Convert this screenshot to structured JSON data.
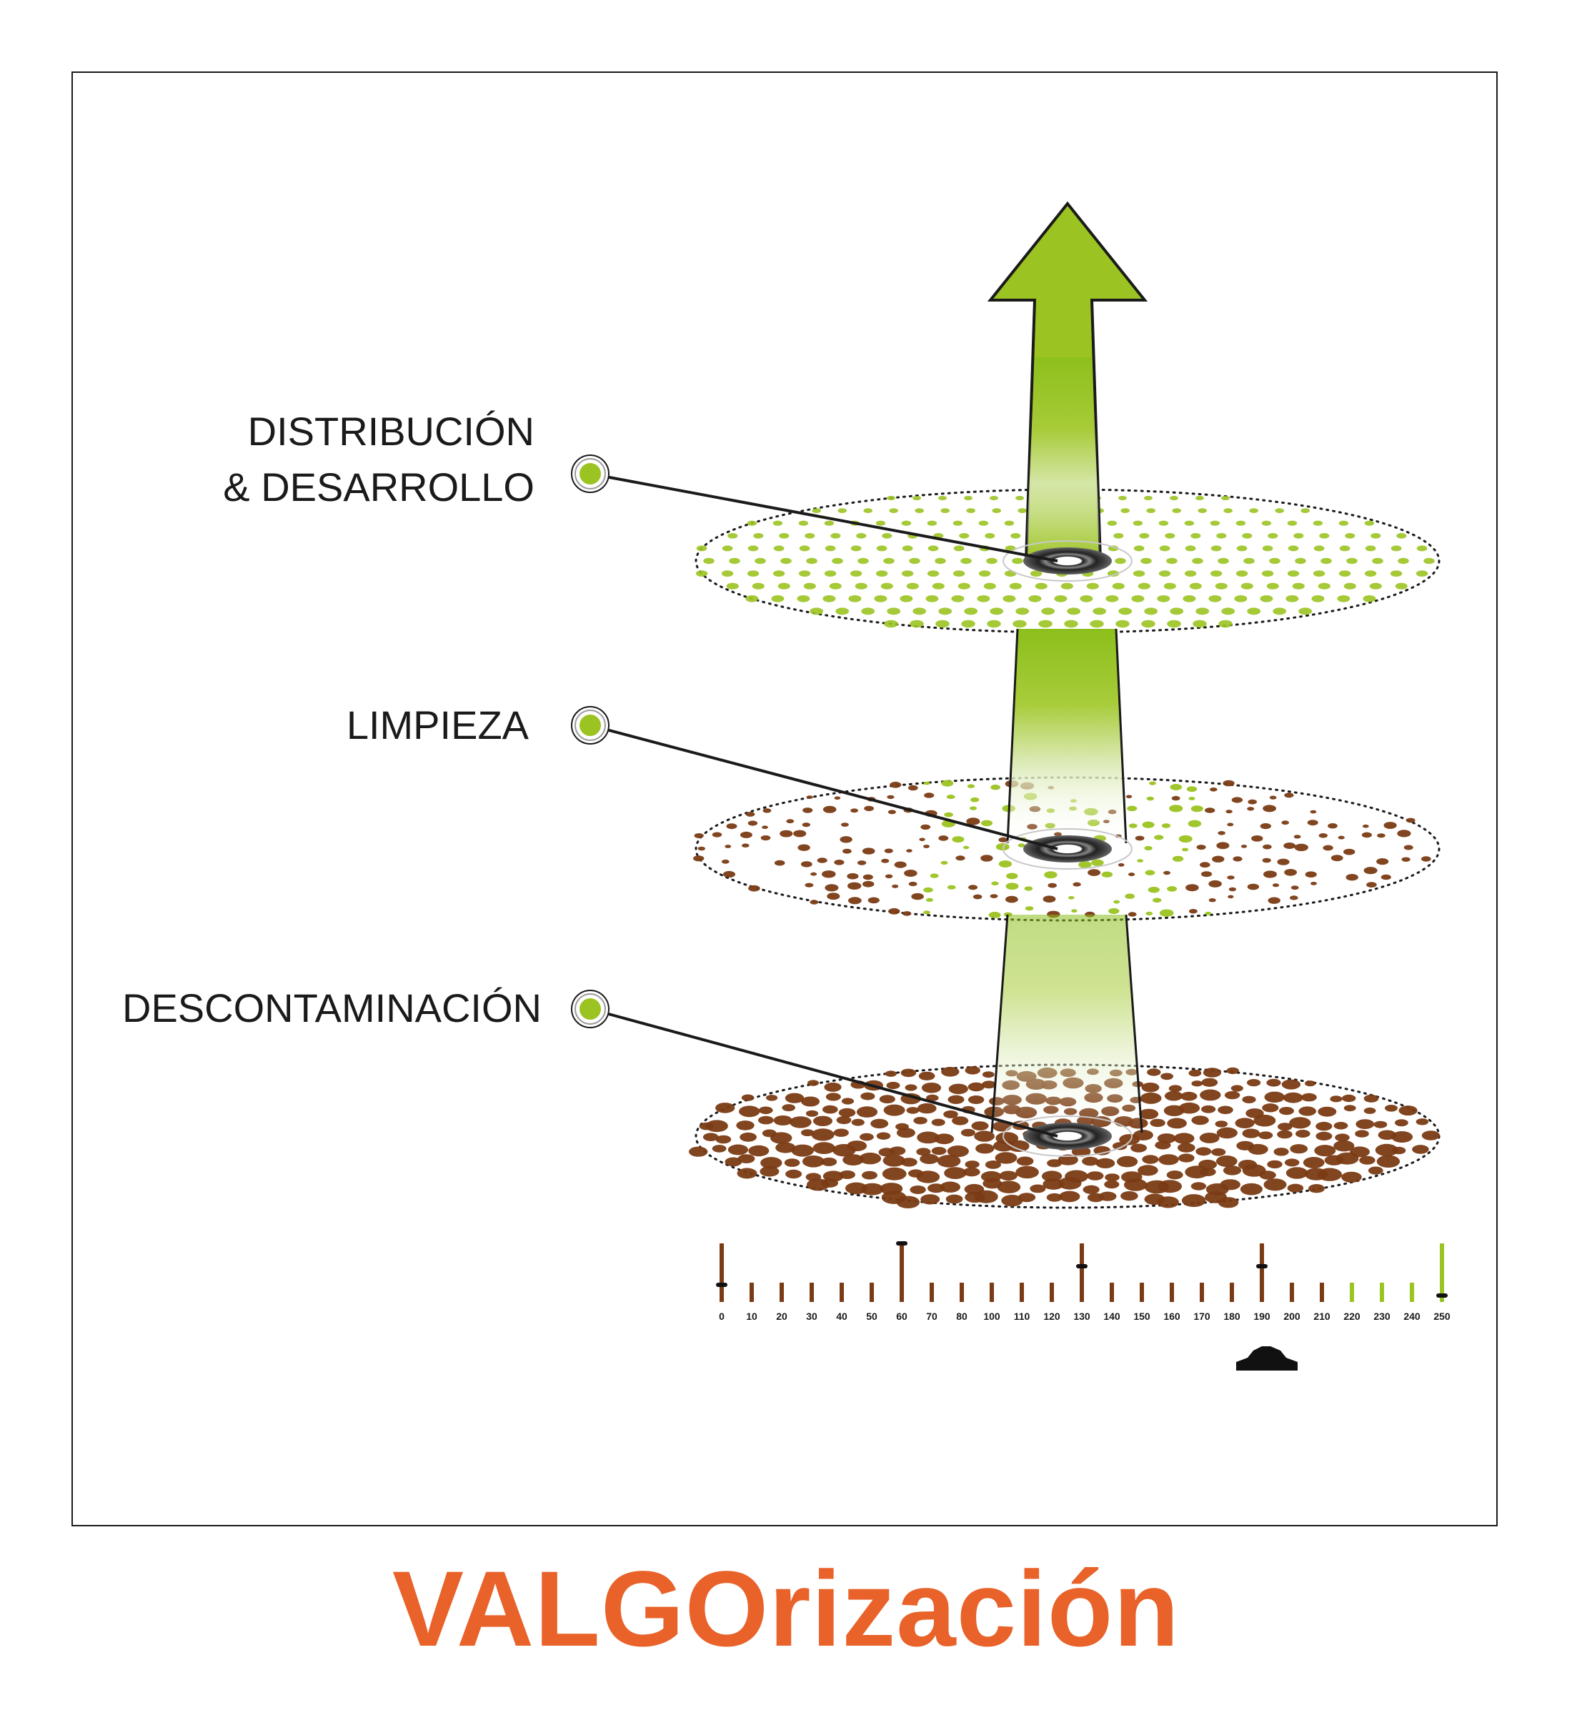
{
  "title": "VALGOrización",
  "stages": [
    {
      "id": "distribucion",
      "label_lines": [
        "DISTRIBUCIÓN",
        "& DESARROLLO"
      ]
    },
    {
      "id": "limpieza",
      "label_lines": [
        "LIMPIEZA"
      ]
    },
    {
      "id": "descontaminacion",
      "label_lines": [
        "DESCONTAMINACIÓN"
      ]
    }
  ],
  "scale": {
    "ticks": [
      0,
      10,
      20,
      30,
      40,
      50,
      60,
      70,
      80,
      100,
      110,
      120,
      130,
      140,
      150,
      160,
      170,
      180,
      190,
      200,
      210,
      220,
      230,
      240,
      250
    ],
    "tall_ticks": [
      0,
      60,
      130,
      190,
      250
    ],
    "green_ticks": [
      220,
      230,
      240,
      250
    ],
    "marker_value": 190
  },
  "colors": {
    "green": "#9bc321",
    "brown": "#7a3b14",
    "title_orange": "#e8622a",
    "ink": "#1a1a1a"
  }
}
